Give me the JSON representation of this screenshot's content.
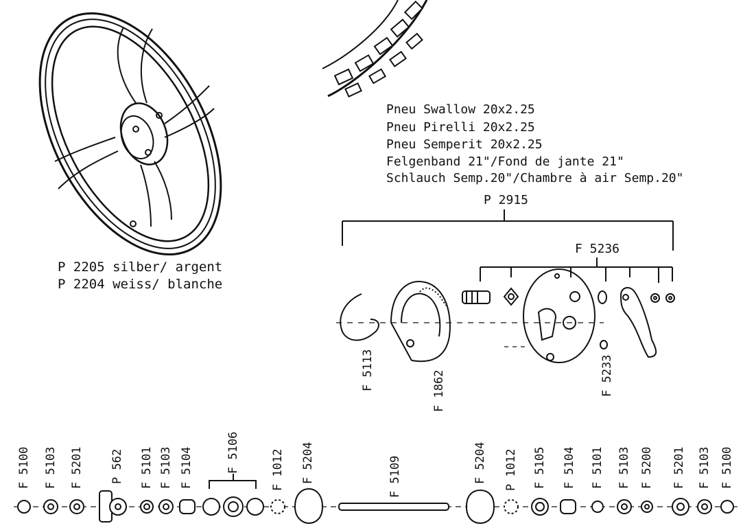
{
  "wheel": {
    "labels": [
      "P 2205 silber/ argent",
      "P 2204 weiss/ blanche"
    ]
  },
  "tire": {
    "labels": [
      "Pneu Swallow 20x2.25",
      "Pneu Pirelli 20x2.25",
      "Pneu Semperit 20x2.25",
      "Felgenband 21\"/Fond de jante 21\"",
      "Schlauch Semp.20\"/Chambre à air Semp.20\""
    ]
  },
  "brake": {
    "assembly_code": "P 2915",
    "plate_code": "F 5236",
    "ring_code": "F 5113",
    "shoe_code": "F 1862",
    "nut_code": "F 5233"
  },
  "axle_parts": [
    "F 5100",
    "F 5103",
    "F 5201",
    "P 562",
    "F 5101",
    "F 5103",
    "F 5104",
    "F 5106",
    "F 1012",
    "F 5204",
    "F 5109",
    "F 5204",
    "P 1012",
    "F 5105",
    "F 5104",
    "F 5101",
    "F 5103",
    "F 5200",
    "F 5201",
    "F 5103",
    "F 5100"
  ]
}
